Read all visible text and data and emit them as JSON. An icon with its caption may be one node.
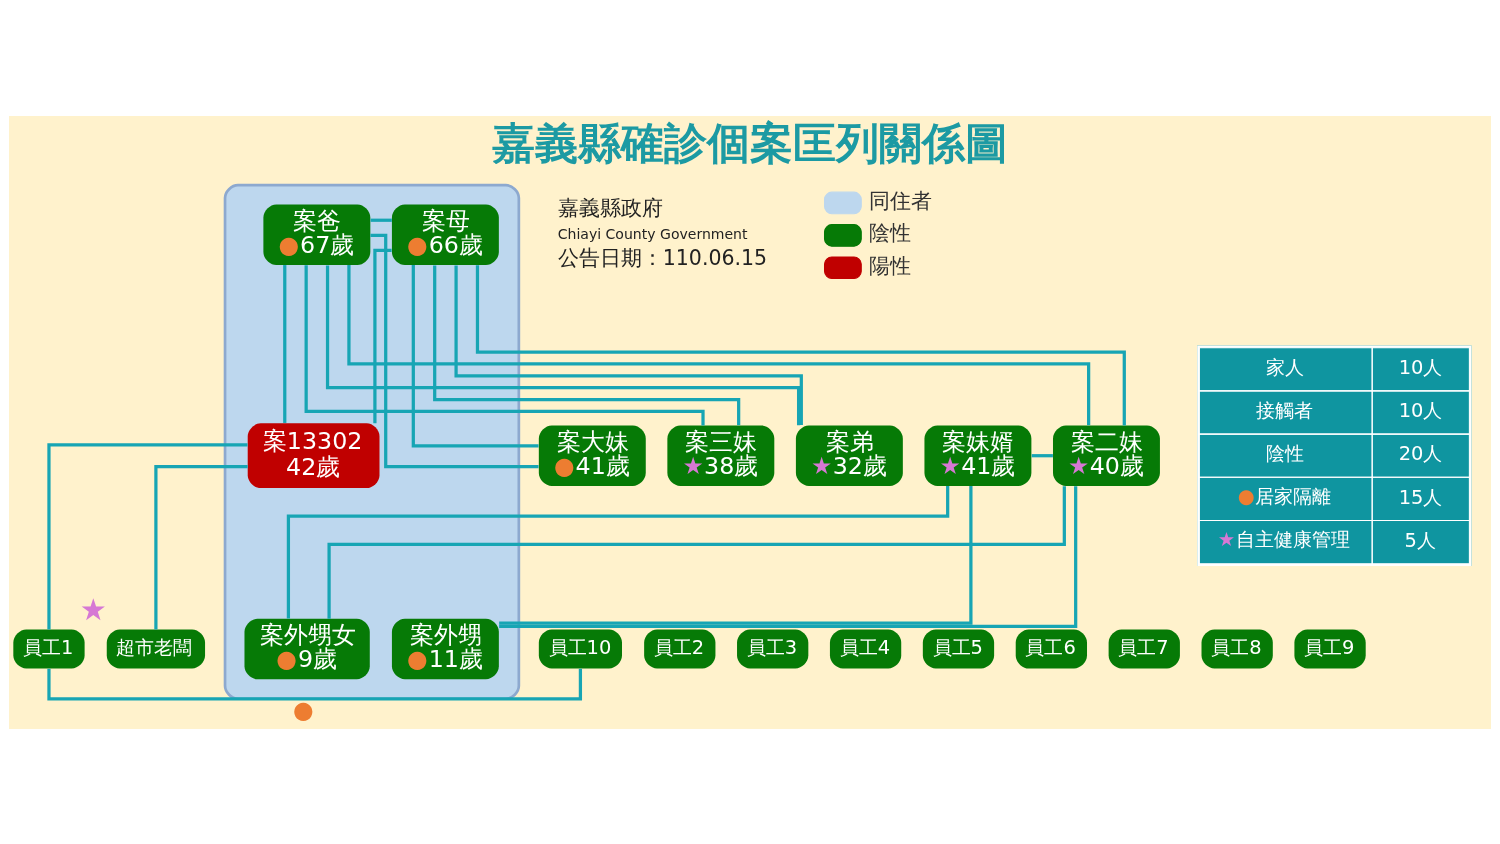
{
  "diagram": {
    "title": "嘉義縣確診個案匡列關係圖",
    "nodes": [
      {
        "text": [],
        "shape": "box"
      },
      {
        "text": [
          "案爸",
          "●67歲"
        ],
        "in": 0
      },
      {
        "text": [
          "案母",
          "●66歲"
        ],
        "in": 0
      },
      {
        "text": [
          "員工1"
        ]
      },
      {
        "text": [
          "員工2"
        ]
      },
      {
        "text": [
          "員工3"
        ]
      },
      {
        "text": [
          "員工4"
        ]
      },
      {
        "text": [
          "員工5"
        ]
      },
      {
        "text": [
          "員工6"
        ]
      },
      {
        "text": [
          "員工7"
        ]
      },
      {
        "text": [
          "員工8"
        ]
      },
      {
        "text": [
          "員工9"
        ]
      },
      {
        "text": [
          "員工10"
        ]
      },
      {
        "text": [
          "超市老闆"
        ],
        "beside": [
          "★"
        ]
      },
      {
        "text": [
          "案13302",
          "42歲"
        ],
        "in": 0
      },
      {
        "text": [
          "案大妹",
          "●41歲"
        ]
      },
      {
        "text": [
          "案三妹",
          "★38歲"
        ]
      },
      {
        "text": [
          "案弟",
          "★32歲"
        ]
      },
      {
        "text": [
          "案妹婿",
          "★41歲"
        ]
      },
      {
        "text": [
          "案二妹",
          "★40歲"
        ]
      },
      {
        "text": [
          "案外甥",
          "●11歲"
        ],
        "in": 0
      },
      {
        "text": [
          "案外甥女",
          "●9歲"
        ],
        "in": 0
      }
    ],
    "edges": [
      {
        "from": 1,
        "to": 2,
        "arrow": "none"
      },
      {
        "from": 1,
        "to": 14,
        "arrow": "none"
      },
      {
        "from": 2,
        "to": 14,
        "arrow": "none"
      },
      {
        "from": 1,
        "to": 15,
        "arrow": "none"
      },
      {
        "from": 2,
        "to": 15,
        "arrow": "none"
      },
      {
        "from": 1,
        "to": 19,
        "arrow": "none"
      },
      {
        "from": 2,
        "to": 19,
        "arrow": "none"
      },
      {
        "from": 1,
        "to": 16,
        "arrow": "none"
      },
      {
        "from": 2,
        "to": 16,
        "arrow": "none"
      },
      {
        "from": 1,
        "to": 17,
        "arrow": "none"
      },
      {
        "from": 2,
        "to": 17,
        "arrow": "none"
      },
      {
        "from": 14,
        "to": 3,
        "arrow": "none"
      },
      {
        "from": 14,
        "to": 13,
        "arrow": "none"
      },
      {
        "from": 3,
        "to": 12,
        "label": "●",
        "arrow": "none"
      },
      {
        "from": 18,
        "to": 19,
        "arrow": "none"
      },
      {
        "from": 18,
        "to": 20,
        "arrow": "none"
      },
      {
        "from": 19,
        "to": 20,
        "arrow": "none"
      },
      {
        "from": 18,
        "to": 21,
        "arrow": "none"
      },
      {
        "from": 19,
        "to": 21,
        "arrow": "none"
      }
    ],
    "labels": [
      "嘉義縣政府",
      "Chiayi County Government",
      "公告日期：110.06.15",
      "家人",
      "10人",
      "接觸者",
      "10人",
      "陰性",
      "20人",
      "●居家隔離",
      "15人",
      "★自主健康管理",
      "5人"
    ],
    "legend": [
      {
        "text": "同住者",
        "color": "#bdd7ee"
      },
      {
        "text": "陰性",
        "color": "#067a06"
      },
      {
        "text": "陽性",
        "color": "#c00000"
      }
    ]
  }
}
